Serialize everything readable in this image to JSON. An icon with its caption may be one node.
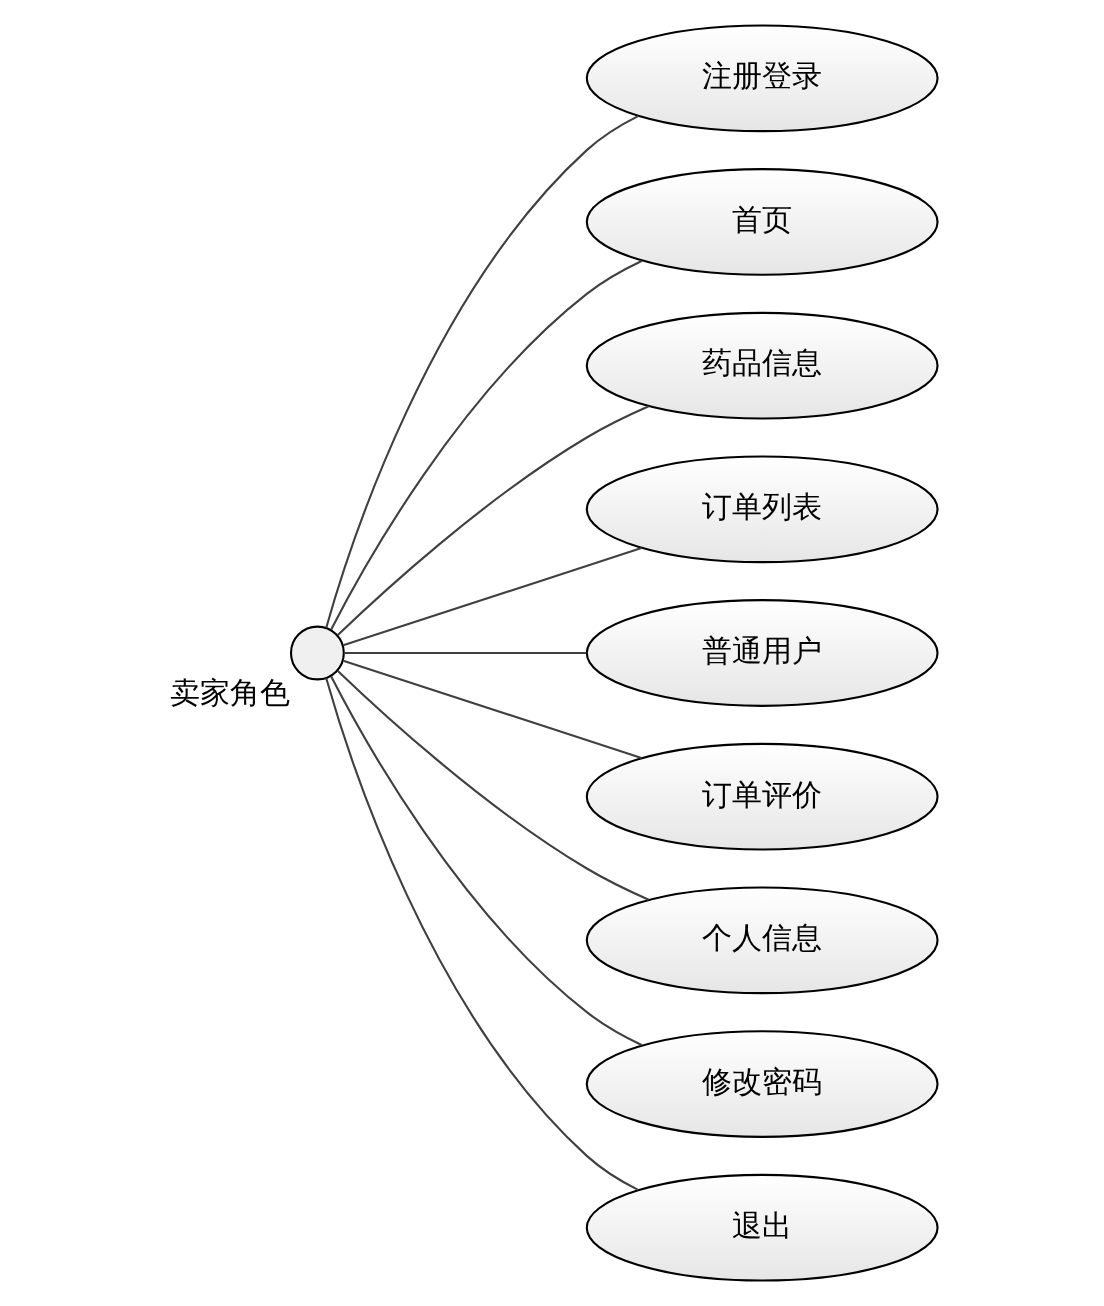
{
  "diagram": {
    "nodes": [
      {
        "text": [
          "卖家角色"
        ]
      },
      {
        "text": [
          "注册登录"
        ]
      },
      {
        "text": [
          "首页"
        ]
      },
      {
        "text": [
          "药品信息"
        ]
      },
      {
        "text": [
          "订单列表"
        ]
      },
      {
        "text": [
          "普通用户"
        ]
      },
      {
        "text": [
          "订单评价"
        ]
      },
      {
        "text": [
          "个人信息"
        ]
      },
      {
        "text": [
          "修改密码"
        ]
      },
      {
        "text": [
          "退出"
        ]
      }
    ],
    "edges": [
      {
        "from": 0,
        "to": 1,
        "arrow": "none"
      },
      {
        "from": 0,
        "to": 2,
        "arrow": "none"
      },
      {
        "from": 0,
        "to": 3,
        "arrow": "none"
      },
      {
        "from": 0,
        "to": 4,
        "arrow": "none"
      },
      {
        "from": 0,
        "to": 5,
        "arrow": "none"
      },
      {
        "from": 0,
        "to": 6,
        "arrow": "none"
      },
      {
        "from": 0,
        "to": 7,
        "arrow": "none"
      },
      {
        "from": 0,
        "to": 8,
        "arrow": "none"
      },
      {
        "from": 0,
        "to": 9,
        "arrow": "none"
      }
    ]
  }
}
